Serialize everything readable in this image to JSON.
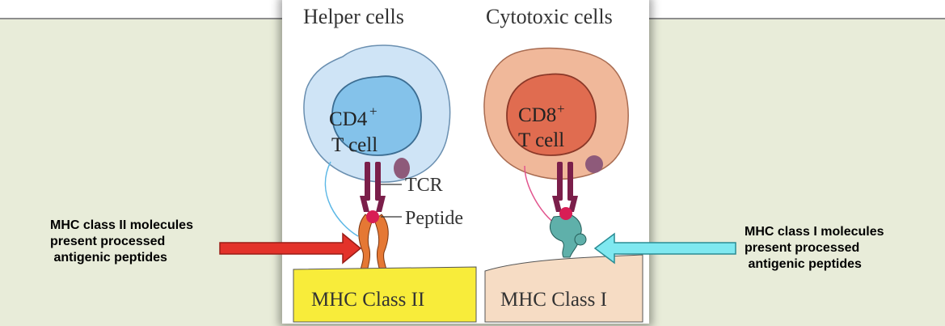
{
  "diagram": {
    "helper_title": "Helper cells",
    "cytotoxic_title": "Cytotoxic cells",
    "cd4_line1": "CD4",
    "cd4_sup": "+",
    "cd4_line2": "T cell",
    "cd8_line1": "CD8",
    "cd8_sup": "+",
    "cd8_line2": "T cell",
    "tcr_label": "TCR",
    "peptide_label": "Peptide",
    "mhc2_box": "MHC Class II",
    "mhc1_box": "MHC Class I"
  },
  "annotations": {
    "left_note": "MHC class II molecules\npresent processed\n antigenic peptides",
    "right_note": "MHC class I molecules\npresent processed\n antigenic peptides"
  },
  "colors": {
    "background": "#e8ecd9",
    "helper_cell_outer": "#cfe4f6",
    "helper_cell_nucleus": "#84c2ea",
    "cytotoxic_cell_outer": "#f0b89a",
    "cytotoxic_cell_nucleus": "#e06c50",
    "tcr": "#7b1f4a",
    "mhc_class_ii": "#e57834",
    "mhc_class_i": "#5fb0aa",
    "peptide": "#d81d55",
    "mhc2_box": "#f8ec3a",
    "mhc1_box": "#f6dcc4",
    "red_arrow": "#e3322a",
    "cyan_arrow": "#7fe8f0"
  }
}
